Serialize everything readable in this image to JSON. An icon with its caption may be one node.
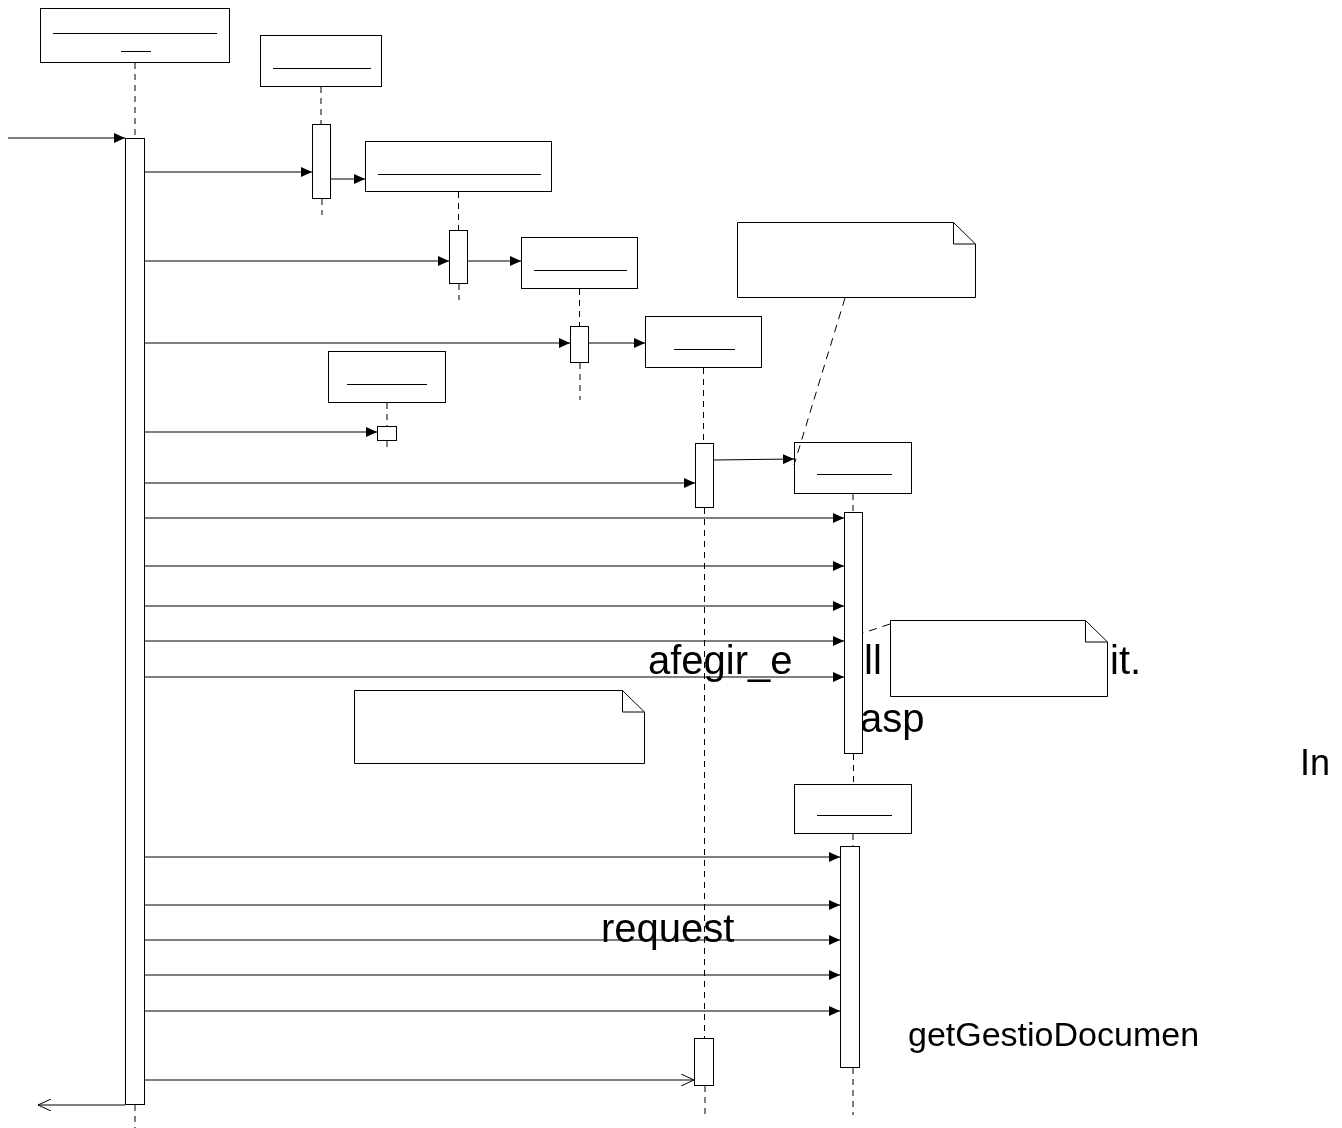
{
  "diagram": {
    "nodes": [
      {
        "text": [],
        "shape": "box"
      },
      {
        "text": [],
        "shape": "box"
      },
      {
        "text": [],
        "shape": "box"
      },
      {
        "text": [],
        "shape": "box"
      },
      {
        "text": [],
        "shape": "box"
      },
      {
        "text": [],
        "shape": "box"
      },
      {
        "text": [],
        "shape": "box"
      },
      {
        "text": [],
        "shape": "box"
      },
      {
        "text": [],
        "shape": "note"
      },
      {
        "text": [],
        "shape": "note"
      },
      {
        "text": [],
        "shape": "note"
      },
      {
        "text": [],
        "shape": "bar"
      },
      {
        "text": [],
        "shape": "bar"
      },
      {
        "text": [],
        "shape": "bar"
      },
      {
        "text": [],
        "shape": "bar"
      },
      {
        "text": [],
        "shape": "bar"
      },
      {
        "text": [],
        "shape": "bar"
      },
      {
        "text": [],
        "shape": "bar"
      },
      {
        "text": [],
        "shape": "bar"
      },
      {
        "text": [],
        "shape": "bar"
      }
    ],
    "edges": [
      {
        "from": null,
        "to": 11,
        "arrow": "to"
      },
      {
        "from": 11,
        "to": 12,
        "arrow": "to"
      },
      {
        "from": 12,
        "to": 2,
        "arrow": "to"
      },
      {
        "from": 11,
        "to": 13,
        "arrow": "to"
      },
      {
        "from": 13,
        "to": 3,
        "arrow": "to"
      },
      {
        "from": 11,
        "to": 14,
        "arrow": "to"
      },
      {
        "from": 14,
        "to": 4,
        "arrow": "to"
      },
      {
        "from": 11,
        "to": 15,
        "arrow": "to"
      },
      {
        "from": 16,
        "to": 6,
        "arrow": "to"
      },
      {
        "from": 11,
        "to": 16,
        "arrow": "to"
      },
      {
        "from": 8,
        "to": 6,
        "arrow": "none",
        "style": "dashed"
      },
      {
        "from": 11,
        "to": 17,
        "arrow": "to"
      },
      {
        "from": 11,
        "to": 17,
        "arrow": "to"
      },
      {
        "from": 11,
        "to": 17,
        "arrow": "to"
      },
      {
        "from": 9,
        "to": 17,
        "arrow": "none",
        "style": "dashed"
      },
      {
        "from": 11,
        "to": 17,
        "arrow": "to"
      },
      {
        "from": 11,
        "to": 17,
        "arrow": "to"
      },
      {
        "from": 11,
        "to": 18,
        "arrow": "to"
      },
      {
        "from": 11,
        "to": 18,
        "arrow": "to"
      },
      {
        "from": 11,
        "to": 18,
        "arrow": "to"
      },
      {
        "from": 11,
        "to": 18,
        "arrow": "to"
      },
      {
        "from": 11,
        "to": 18,
        "arrow": "to"
      },
      {
        "from": 11,
        "to": 19,
        "arrow": "to"
      },
      {
        "from": 11,
        "to": null,
        "arrow": "to"
      },
      {
        "from": 0,
        "to": 11,
        "arrow": "none",
        "style": "dashed"
      },
      {
        "from": 1,
        "to": 12,
        "arrow": "none",
        "style": "dashed"
      },
      {
        "from": 2,
        "to": 13,
        "arrow": "none",
        "style": "dashed"
      },
      {
        "from": 3,
        "to": 14,
        "arrow": "none",
        "style": "dashed"
      },
      {
        "from": 4,
        "to": 16,
        "arrow": "none",
        "style": "dashed"
      },
      {
        "from": 16,
        "to": 19,
        "arrow": "none",
        "style": "dashed"
      },
      {
        "from": 5,
        "to": 15,
        "arrow": "none",
        "style": "dashed"
      },
      {
        "from": 6,
        "to": 17,
        "arrow": "none",
        "style": "dashed"
      },
      {
        "from": 17,
        "to": 7,
        "arrow": "none",
        "style": "dashed"
      },
      {
        "from": 7,
        "to": 18,
        "arrow": "none",
        "style": "dashed"
      }
    ],
    "labels": [
      "afegir_e",
      "ll",
      "it.",
      "asp",
      "In",
      "request",
      "getGestioDocumen"
    ]
  }
}
